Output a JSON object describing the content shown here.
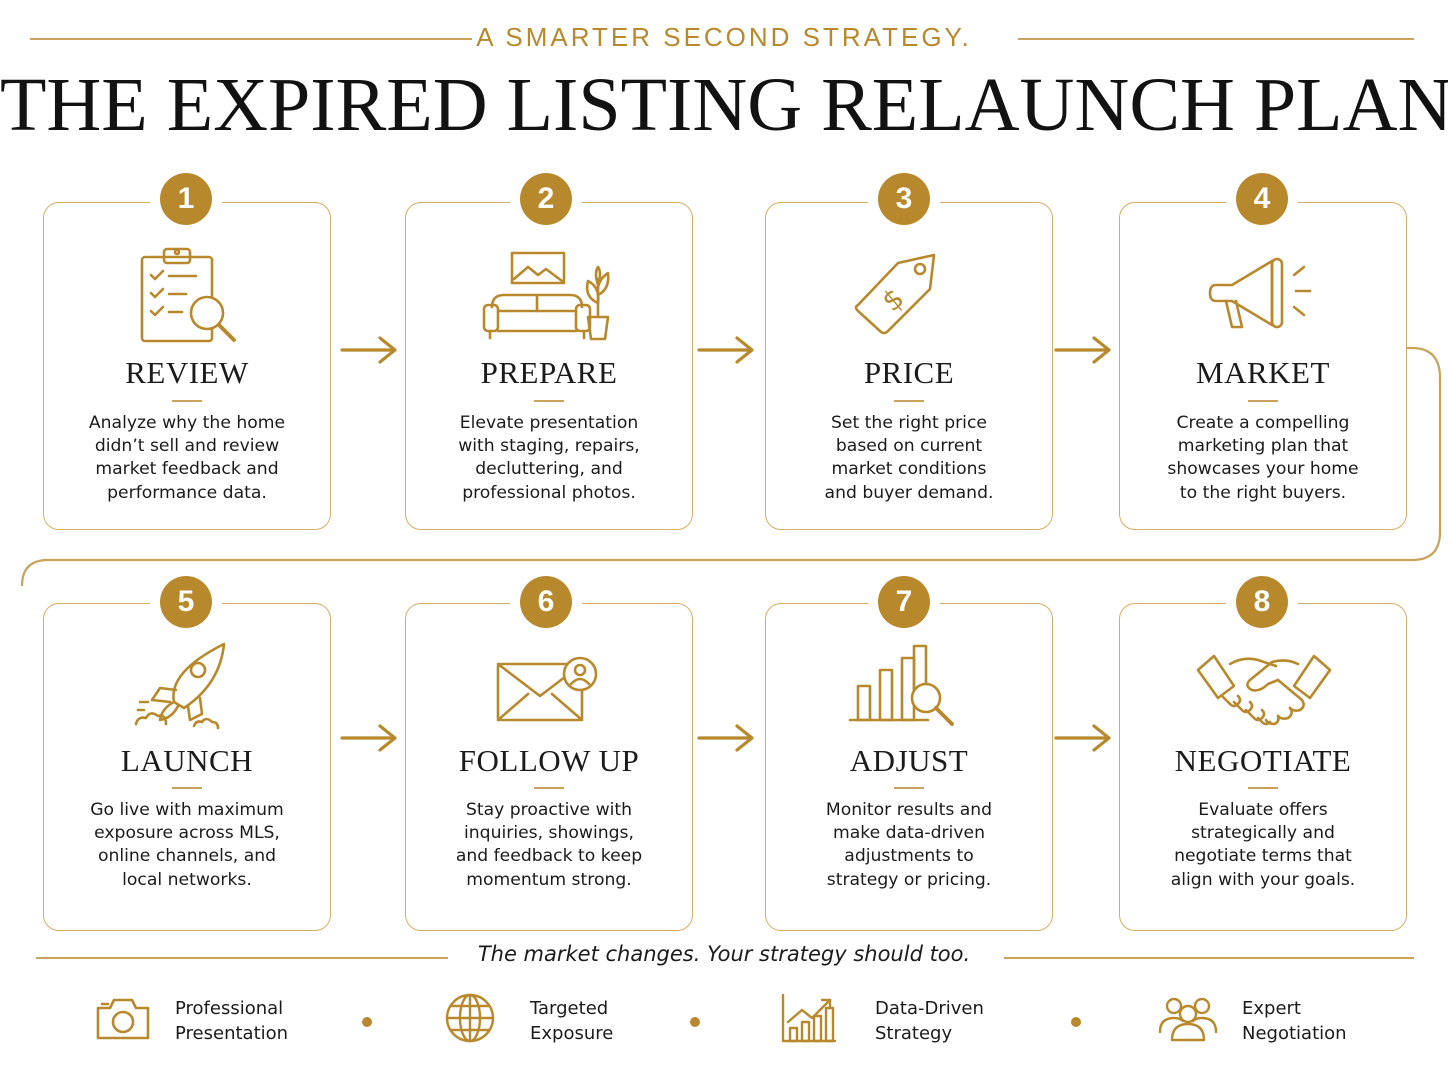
{
  "header": {
    "eyebrow": "A SMARTER SECOND STRATEGY.",
    "title": "THE EXPIRED LISTING RELAUNCH PLAN"
  },
  "steps": [
    {
      "number": "1",
      "title": "REVIEW",
      "icon": "clipboard-magnifier-icon",
      "lines": [
        "Analyze why the home",
        "didn’t sell and review",
        "market feedback and",
        "performance data."
      ]
    },
    {
      "number": "2",
      "title": "PREPARE",
      "icon": "staged-room-icon",
      "lines": [
        "Elevate presentation",
        "with staging, repairs,",
        "decluttering, and",
        "professional photos."
      ]
    },
    {
      "number": "3",
      "title": "PRICE",
      "icon": "price-tag-icon",
      "lines": [
        "Set the right price",
        "based on current",
        "market conditions",
        "and buyer demand."
      ]
    },
    {
      "number": "4",
      "title": "MARKET",
      "icon": "megaphone-icon",
      "lines": [
        "Create a compelling",
        "marketing plan that",
        "showcases your home",
        "to the right buyers."
      ]
    },
    {
      "number": "5",
      "title": "LAUNCH",
      "icon": "rocket-icon",
      "lines": [
        "Go live with maximum",
        "exposure across MLS,",
        "online channels, and",
        "local networks."
      ]
    },
    {
      "number": "6",
      "title": "FOLLOW UP",
      "icon": "envelope-contact-icon",
      "lines": [
        "Stay proactive with",
        "inquiries, showings,",
        "and feedback to keep",
        "momentum strong."
      ]
    },
    {
      "number": "7",
      "title": "ADJUST",
      "icon": "bar-chart-magnifier-icon",
      "lines": [
        "Monitor results and",
        "make data-driven",
        "adjustments to",
        "strategy or pricing."
      ]
    },
    {
      "number": "8",
      "title": "NEGOTIATE",
      "icon": "handshake-icon",
      "lines": [
        "Evaluate offers",
        "strategically and",
        "negotiate terms that",
        "align with your goals."
      ]
    }
  ],
  "tagline": "The market changes. Your strategy should too.",
  "features": [
    {
      "line1": "Professional",
      "line2": "Presentation",
      "icon": "camera-icon"
    },
    {
      "line1": "Targeted",
      "line2": "Exposure",
      "icon": "globe-icon"
    },
    {
      "line1": "Data-Driven",
      "line2": "Strategy",
      "icon": "growth-chart-icon"
    },
    {
      "line1": "Expert",
      "line2": "Negotiation",
      "icon": "team-icon"
    }
  ],
  "colors": {
    "accent": "#b8892c",
    "border": "#d4ae65",
    "text": "#1b1b1b",
    "background": "#ffffff"
  }
}
